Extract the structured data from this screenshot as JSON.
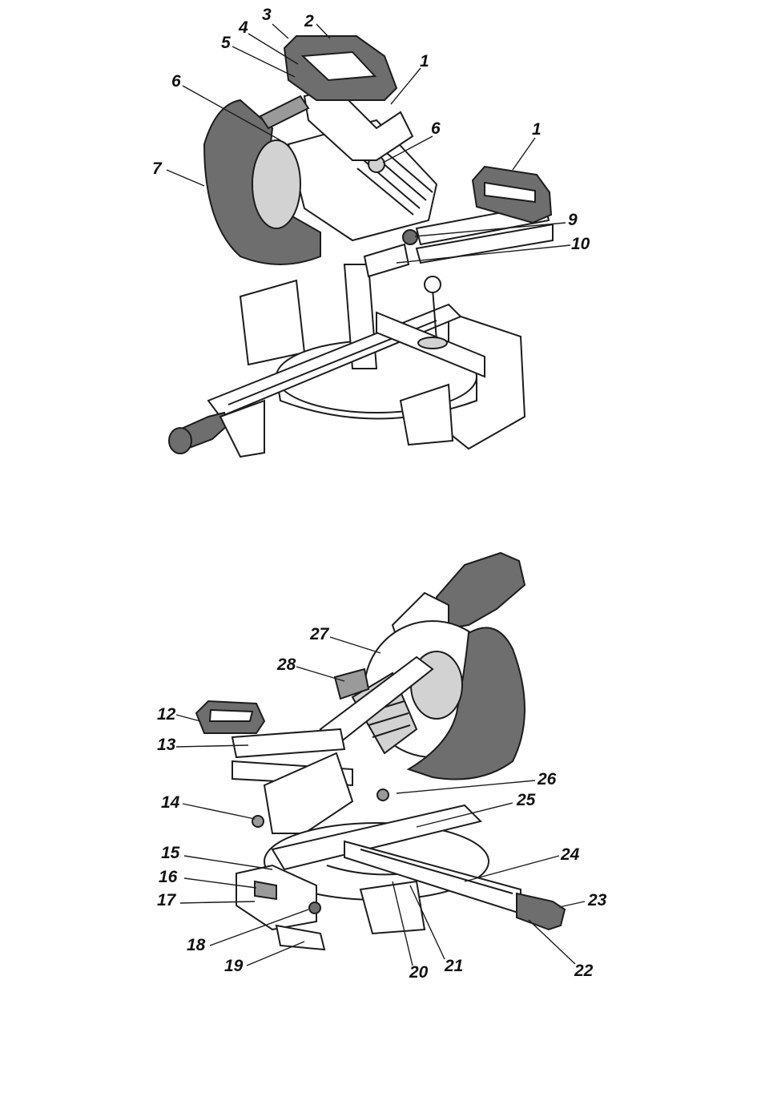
{
  "top_figure": {
    "callouts": [
      {
        "key": "c3a",
        "label": "3"
      },
      {
        "key": "c2",
        "label": "2"
      },
      {
        "key": "c4",
        "label": "4"
      },
      {
        "key": "c5",
        "label": "5"
      },
      {
        "key": "c1a",
        "label": "1"
      },
      {
        "key": "c6a",
        "label": "6"
      },
      {
        "key": "c6b",
        "label": "6"
      },
      {
        "key": "c1b",
        "label": "1"
      },
      {
        "key": "c7",
        "label": "7"
      },
      {
        "key": "c9",
        "label": "9"
      },
      {
        "key": "c10",
        "label": "10"
      }
    ]
  },
  "bottom_figure": {
    "callouts": [
      {
        "key": "c27",
        "label": "27"
      },
      {
        "key": "c28",
        "label": "28"
      },
      {
        "key": "c12",
        "label": "12"
      },
      {
        "key": "c13",
        "label": "13"
      },
      {
        "key": "c26",
        "label": "26"
      },
      {
        "key": "c14",
        "label": "14"
      },
      {
        "key": "c25",
        "label": "25"
      },
      {
        "key": "c15",
        "label": "15"
      },
      {
        "key": "c24",
        "label": "24"
      },
      {
        "key": "c16",
        "label": "16"
      },
      {
        "key": "c17",
        "label": "17"
      },
      {
        "key": "c23",
        "label": "23"
      },
      {
        "key": "c18",
        "label": "18"
      },
      {
        "key": "c19",
        "label": "19"
      },
      {
        "key": "c21",
        "label": "21"
      },
      {
        "key": "c20",
        "label": "20"
      },
      {
        "key": "c22",
        "label": "22"
      }
    ]
  }
}
